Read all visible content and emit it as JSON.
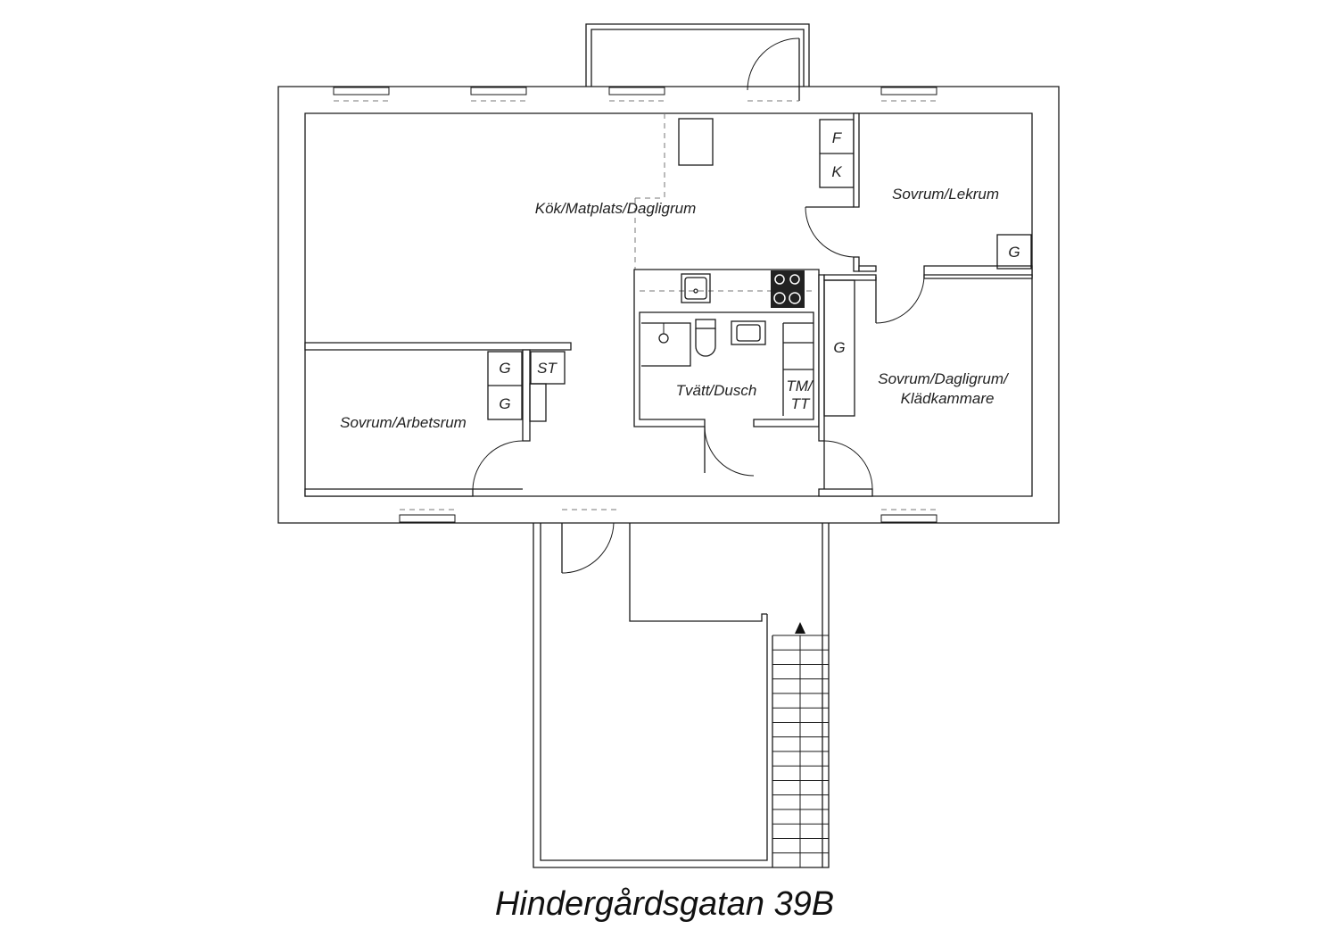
{
  "title": "Hindergårdsgatan 39B",
  "rooms": {
    "kitchen": "Kök/Matplats/Dagligrum",
    "bedroom_play": "Sovrum/Lekrum",
    "bedroom_work": "Sovrum/Arbetsrum",
    "bedroom_living_line1": "Sovrum/Dagligrum/",
    "bedroom_living_line2": "Klädkammare",
    "laundry": "Tvätt/Dusch"
  },
  "appliances": {
    "fridge": "F",
    "freezer": "K",
    "wardrobe": "G",
    "storage": "ST",
    "washer_dryer_line1": "TM/",
    "washer_dryer_line2": "TT"
  },
  "stairs": {
    "steps": 16,
    "direction": "up"
  }
}
